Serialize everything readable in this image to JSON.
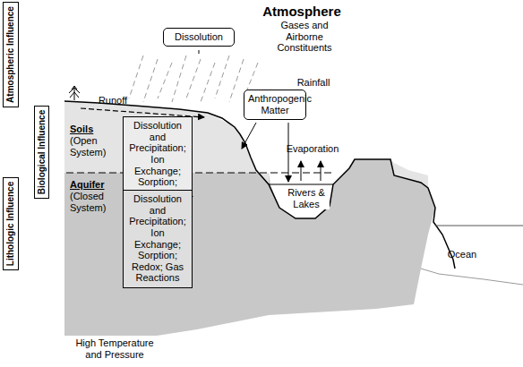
{
  "diagram": {
    "nodes": [
      {
        "text": [
          "Atmospheric Influence"
        ]
      },
      {
        "text": [
          "Dissolution"
        ]
      },
      {
        "text": [
          "Anthropogenic Matter"
        ]
      },
      {
        "text": [
          "Biological Influence"
        ]
      },
      {
        "text": [
          "Dissolution and Precipitation; Ion Exchange; Sorption; Redox"
        ]
      },
      {
        "text": [
          "Lithologic Influence"
        ]
      },
      {
        "text": [
          "Dissolution and Precipitation; Ion Exchange; Sorption; Redox; Gas Reactions"
        ]
      }
    ],
    "edges": [
      {
        "from": 4,
        "to": 6,
        "arrow": "to"
      }
    ],
    "labels": [
      "Atmosphere",
      "Gases and Airborne Constituents",
      "Rainfall",
      "Runoff",
      "Soils",
      "(Open System)",
      "Aquifer",
      "(Closed System)",
      "Evaporation",
      "Rivers & Lakes",
      "Ocean",
      "High Temperature and Pressure"
    ]
  }
}
